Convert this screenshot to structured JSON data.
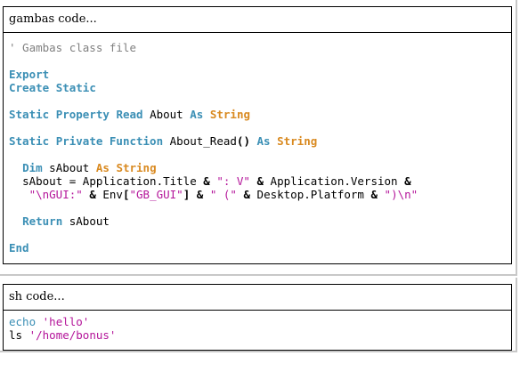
{
  "gambas_block": {
    "title": "gambas code...",
    "comment": "' Gambas class file",
    "kw_export": "Export",
    "kw_create": "Create",
    "kw_static": "Static",
    "kw_property": "Property",
    "kw_read": "Read",
    "ident_about": "About",
    "kw_as": "As",
    "ty_string": "String",
    "kw_private": "Private",
    "kw_function": "Function",
    "ident_about_read": "About_Read",
    "paren": "()",
    "kw_dim": "Dim",
    "ident_sabout": "sAbout",
    "assign": "sAbout = Application.Title ",
    "amp": "&",
    "str_v": "\": V\"",
    "app_version": " Application.Version ",
    "str_gui": "\"\\nGUI:\"",
    "env": " Env",
    "lbracket": "[",
    "str_gbgui": "\"GB_GUI\"",
    "rbracket": "]",
    "str_paren_open": "\" (\"",
    "desktop_platform": " Desktop.Platform ",
    "str_paren_close": "\")\\n\"",
    "kw_return": "Return",
    "kw_end": "End"
  },
  "sh_block": {
    "title": "sh code...",
    "cmd_echo": "echo",
    "str_hello": "'hello'",
    "cmd_ls": "ls",
    "str_path": "'/home/bonus'"
  }
}
